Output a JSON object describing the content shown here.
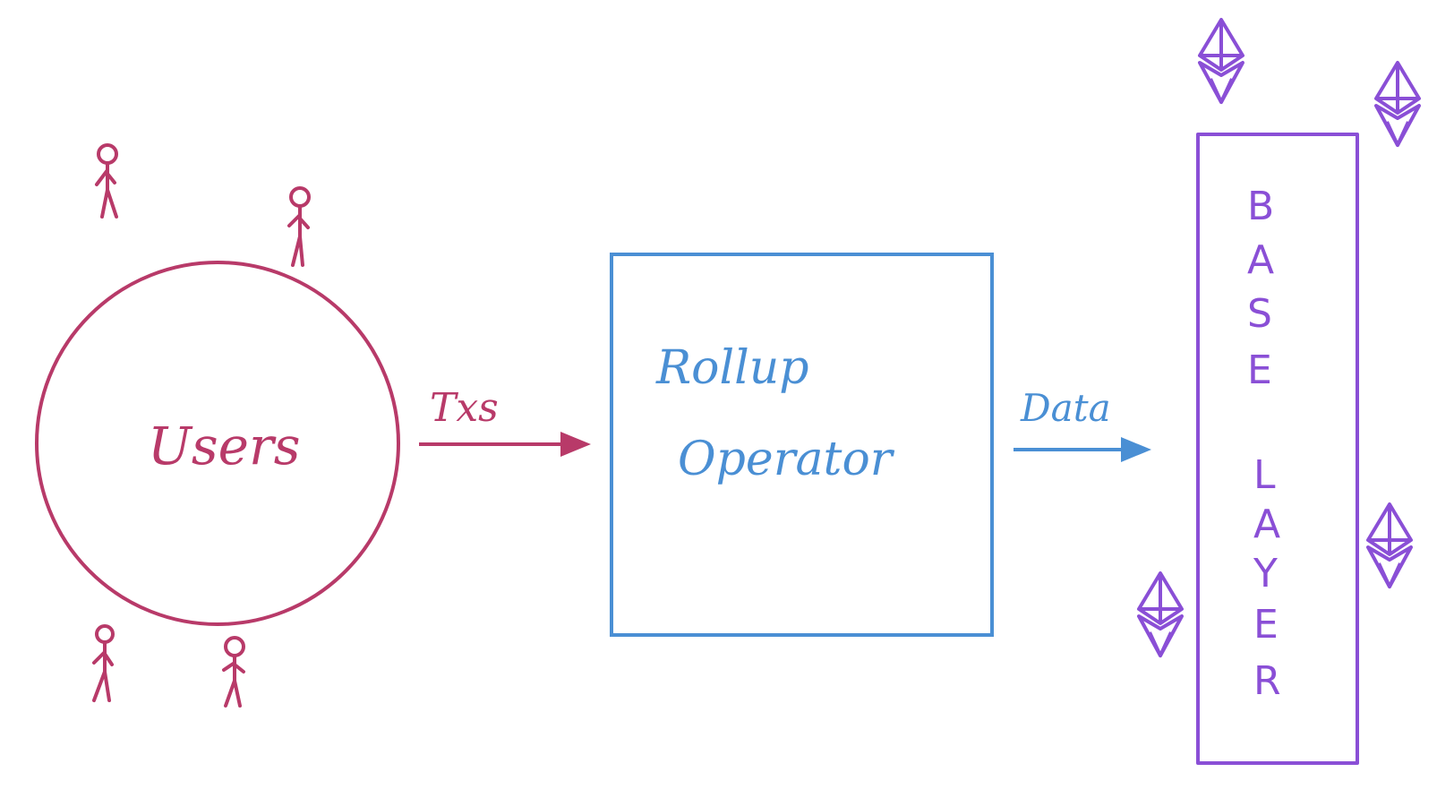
{
  "nodes": {
    "users": {
      "label": "Users"
    },
    "rollup_operator": {
      "label_line1": "Rollup",
      "label_line2": "Operator"
    },
    "base_layer": {
      "letters": [
        "B",
        "A",
        "S",
        "E",
        "L",
        "A",
        "Y",
        "E",
        "R"
      ]
    }
  },
  "edges": {
    "users_to_rollup": {
      "label": "Txs"
    },
    "rollup_to_base": {
      "label": "Data"
    }
  },
  "colors": {
    "users": "#b83a69",
    "rollup": "#4a8fd4",
    "base_layer": "#8a4fd6"
  },
  "icons": {
    "people": "stick-figure-icon",
    "ethereum": "ethereum-diamond-icon"
  }
}
